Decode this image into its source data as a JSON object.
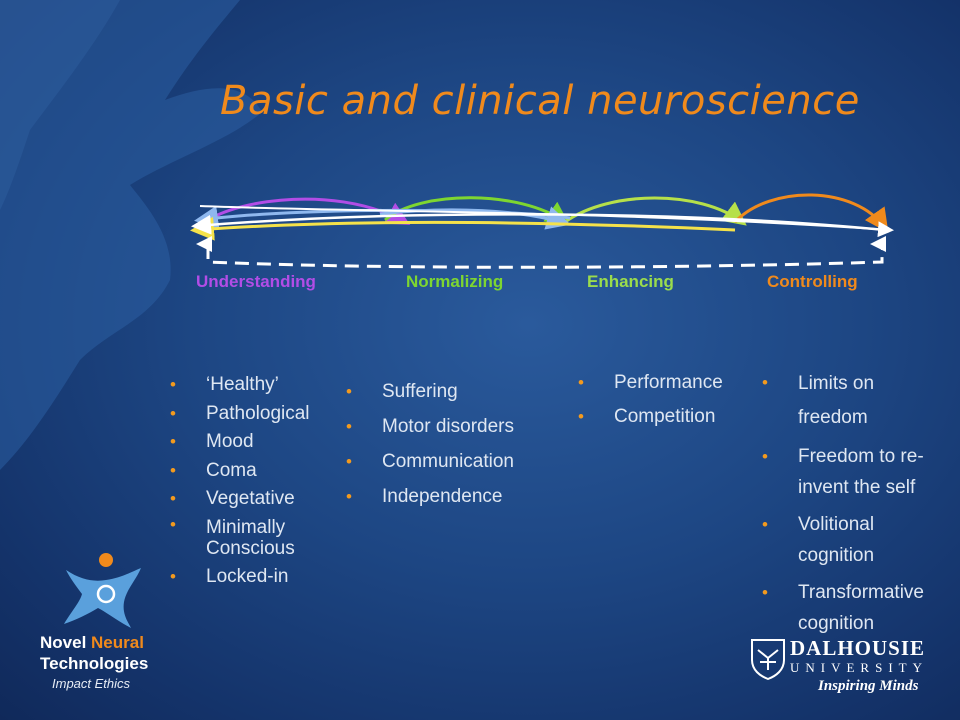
{
  "title": "Basic and clinical neuroscience",
  "stages": [
    {
      "label": "Understanding",
      "color": "#b24de6"
    },
    {
      "label": "Normalizing",
      "color": "#7ed630"
    },
    {
      "label": "Enhancing",
      "color": "#9bdc4c"
    },
    {
      "label": "Controlling",
      "color": "#f08a1c"
    }
  ],
  "columns": [
    {
      "items": [
        "‘Healthy’",
        "Pathological",
        "Mood",
        "Coma",
        "Vegetative",
        "Minimally Conscious",
        "Locked-in"
      ]
    },
    {
      "items": [
        "Suffering",
        "Motor disorders",
        "Communication",
        "Independence"
      ]
    },
    {
      "items": [
        "Performance",
        "Competition"
      ]
    },
    {
      "items": [
        "Limits on freedom",
        "Freedom to re-invent the self",
        "Volitional cognition",
        "Transformative cognition"
      ]
    }
  ],
  "logo_left": {
    "line1_a": "Novel ",
    "line1_b": "Neural",
    "line2": "Technologies",
    "line3": "Impact Ethics"
  },
  "logo_right": {
    "name": "DALHOUSIE",
    "university": "UNIVERSITY",
    "tagline": "Inspiring Minds"
  },
  "colors": {
    "title": "#f08a1c",
    "bullet": "#f39a1e",
    "text": "#dfe7f2"
  }
}
